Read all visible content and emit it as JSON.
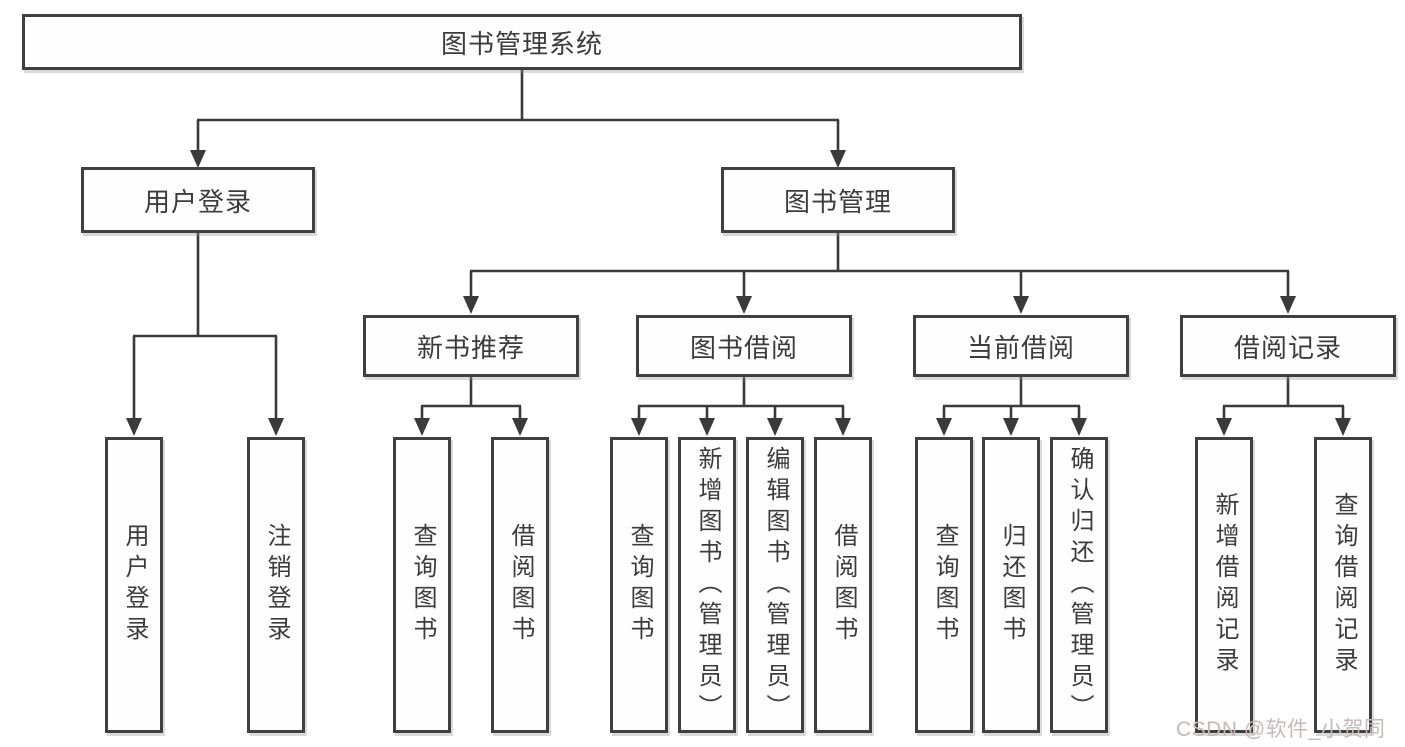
{
  "diagram": {
    "root": {
      "label": "图书管理系统"
    },
    "level2": [
      {
        "label": "用户登录"
      },
      {
        "label": "图书管理"
      }
    ],
    "level3": [
      {
        "label": "新书推荐"
      },
      {
        "label": "图书借阅"
      },
      {
        "label": "当前借阅"
      },
      {
        "label": "借阅记录"
      }
    ],
    "leaves": [
      {
        "label": "用户登录"
      },
      {
        "label": "注销登录"
      },
      {
        "label": "查询图书"
      },
      {
        "label": "借阅图书"
      },
      {
        "label": "查询图书"
      },
      {
        "label": "新增图书（管理员）"
      },
      {
        "label": "编辑图书（管理员）"
      },
      {
        "label": "借阅图书"
      },
      {
        "label": "查询图书"
      },
      {
        "label": "归还图书"
      },
      {
        "label": "确认归还（管理员）"
      },
      {
        "label": "新增借阅记录"
      },
      {
        "label": "查询借阅记录"
      }
    ]
  },
  "watermark": {
    "text": "CSDN @软件_小贺同学"
  },
  "colors": {
    "line": "#3a3a3a",
    "border": "#404040",
    "text": "#3c3c3c",
    "background": "#ffffff",
    "watermark": "#c5b9b9"
  }
}
